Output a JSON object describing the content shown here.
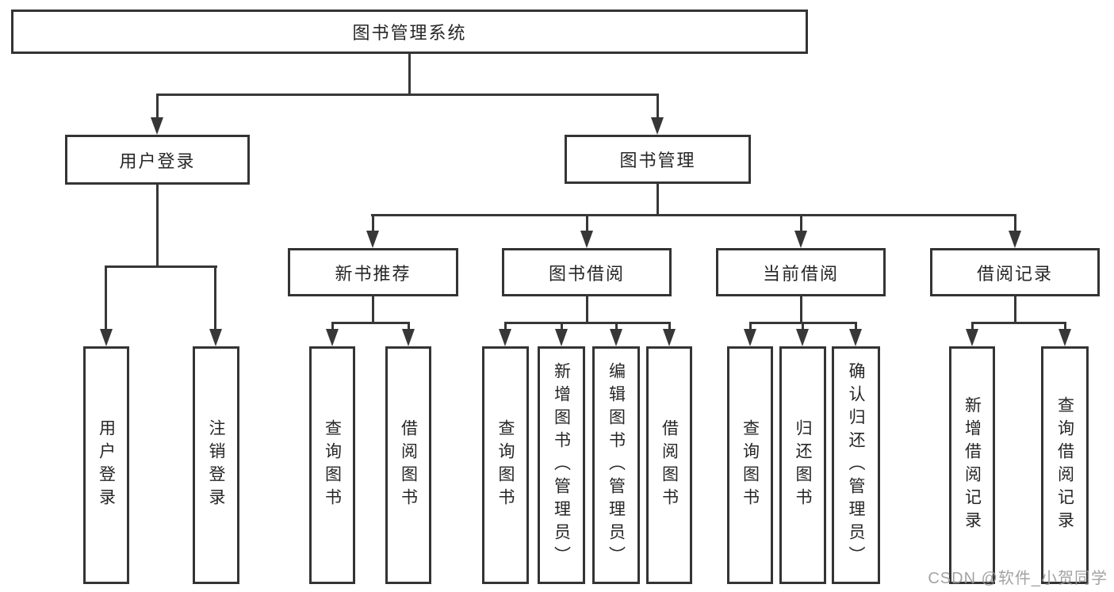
{
  "diagram": {
    "root": {
      "label": "图书管理系统",
      "children": [
        {
          "label": "用户登录",
          "children": [
            {
              "label": "用户登录"
            },
            {
              "label": "注销登录"
            }
          ]
        },
        {
          "label": "图书管理",
          "children": [
            {
              "label": "新书推荐",
              "children": [
                {
                  "label": "查询图书"
                },
                {
                  "label": "借阅图书"
                }
              ]
            },
            {
              "label": "图书借阅",
              "children": [
                {
                  "label": "查询图书"
                },
                {
                  "label": "新增图书（管理员）"
                },
                {
                  "label": "编辑图书（管理员）"
                },
                {
                  "label": "借阅图书"
                }
              ]
            },
            {
              "label": "当前借阅",
              "children": [
                {
                  "label": "查询图书"
                },
                {
                  "label": "归还图书"
                },
                {
                  "label": "确认归还（管理员）"
                }
              ]
            },
            {
              "label": "借阅记录",
              "children": [
                {
                  "label": "新增借阅记录"
                },
                {
                  "label": "查询借阅记录"
                }
              ]
            }
          ]
        }
      ]
    }
  },
  "watermark": {
    "text": "CSDN @软件_小贺同学"
  },
  "colors": {
    "bg": "#ffffff",
    "border": "#343434",
    "line": "#373737",
    "text": "#262626",
    "watermark": "#9a9a9a"
  }
}
